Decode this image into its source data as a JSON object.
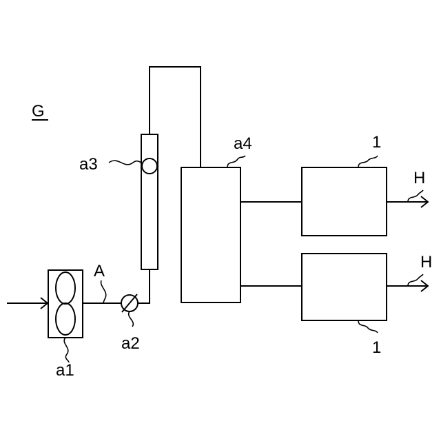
{
  "figure_label": "G",
  "labels": {
    "fan": "a1",
    "valve": "a2",
    "flowmeter": "a3",
    "manifold": "a4",
    "line": "A",
    "unit_top": "1",
    "unit_bottom": "1",
    "outlet_top": "H",
    "outlet_bottom": "H"
  },
  "colors": {
    "line": "#000000",
    "background": "#ffffff"
  }
}
